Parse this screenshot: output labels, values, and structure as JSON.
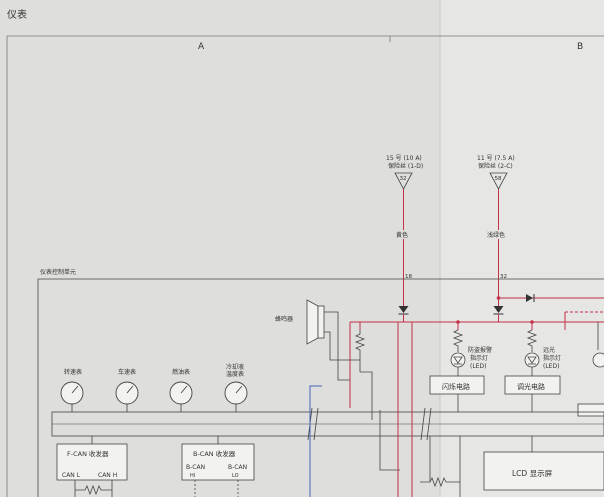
{
  "header": {
    "title": "仪表",
    "zone_a": "A",
    "zone_b": "B"
  },
  "fuses": [
    {
      "name": "15 号 (10 A)",
      "sub": "保险丝 (1-D)",
      "num": "32"
    },
    {
      "name": "11 号 (7.5 A)",
      "sub": "保险丝 (2-C)",
      "num": "58"
    }
  ],
  "wires": {
    "w1_color": "黄色",
    "w2_color": "浅绿色",
    "pin1": "18",
    "pin2": "32"
  },
  "unit": {
    "label": "仪表控制单元"
  },
  "buzzer": {
    "label": "蜂鸣器"
  },
  "indicators": [
    {
      "line1": "防盗报警",
      "line2": "指示灯",
      "line3": "(LED)"
    },
    {
      "line1": "远光",
      "line2": "指示灯",
      "line3": "(LED)"
    }
  ],
  "circuits": {
    "flash": "闪烁电路",
    "dim": "调光电路",
    "lcd": "LCD 显示屏"
  },
  "gauges": [
    "转速表",
    "车速表",
    "燃油表",
    "冷却液\n温度表"
  ],
  "transceivers": {
    "fcan": {
      "title": "F-CAN 收发器",
      "pin1": "CAN L",
      "pin2": "CAN H"
    },
    "bcan": {
      "title": "B-CAN 收发器",
      "pin1": "B-CAN",
      "pin1b": "HI",
      "pin2": "B-CAN",
      "pin2b": "LO"
    }
  }
}
